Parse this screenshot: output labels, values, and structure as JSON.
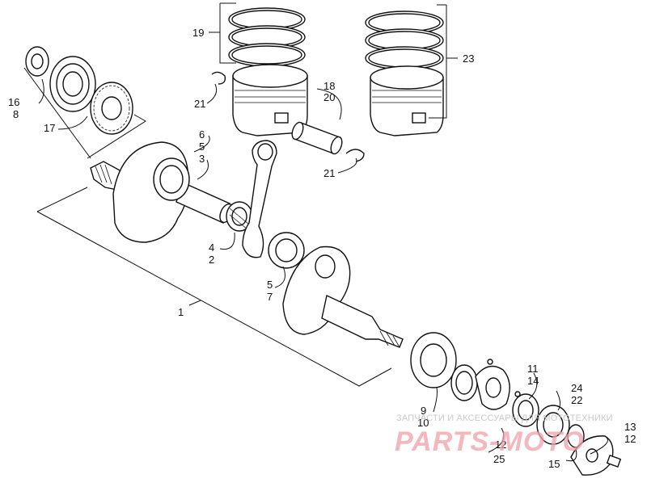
{
  "callouts": {
    "c1": "1",
    "c2": "2",
    "c3": "3",
    "c4": "4",
    "c5a": "5",
    "c5b": "5",
    "c6": "6",
    "c7": "7",
    "c8": "8",
    "c9": "9",
    "c10": "10",
    "c11": "11",
    "c12a": "12",
    "c12b": "12",
    "c13": "13",
    "c14": "14",
    "c15": "15",
    "c16": "16",
    "c17": "17",
    "c18": "18",
    "c19": "19",
    "c20": "20",
    "c21a": "21",
    "c21b": "21",
    "c22": "22",
    "c23": "23",
    "c24": "24",
    "c25": "25"
  },
  "watermark": {
    "text": "ЗАПЧАСТИ И АКСЕССУАРЫ ДЛЯ МОТОТЕХНИКИ",
    "logo": "PARTS-MOTO",
    "color": "#f0a0a8"
  }
}
